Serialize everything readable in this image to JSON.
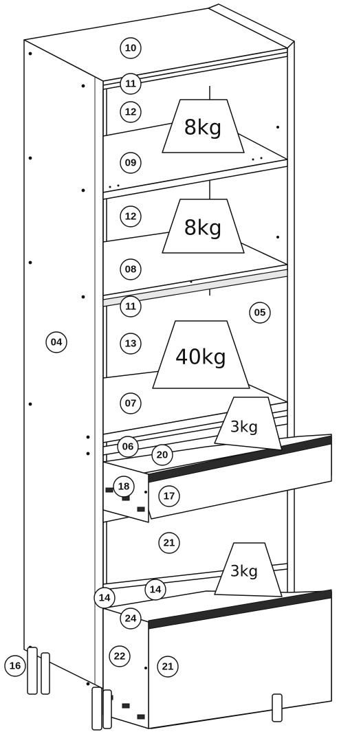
{
  "weights": {
    "top_shelf": "8kg",
    "middle_shelf": "8kg",
    "large_shelf": "40kg",
    "upper_drawer": "3kg",
    "lower_drawer": "3kg"
  },
  "part_labels": {
    "p10": "10",
    "p11_top": "11",
    "p12_top": "12",
    "p09": "09",
    "p12_mid": "12",
    "p08": "08",
    "p11_mid": "11",
    "p05": "05",
    "p04": "04",
    "p13": "13",
    "p07": "07",
    "p06": "06",
    "p20": "20",
    "p18": "18",
    "p17": "17",
    "p21_mid": "21",
    "p14_left": "14",
    "p14_right": "14",
    "p24": "24",
    "p22": "22",
    "p21_bottom": "21",
    "p16": "16"
  }
}
